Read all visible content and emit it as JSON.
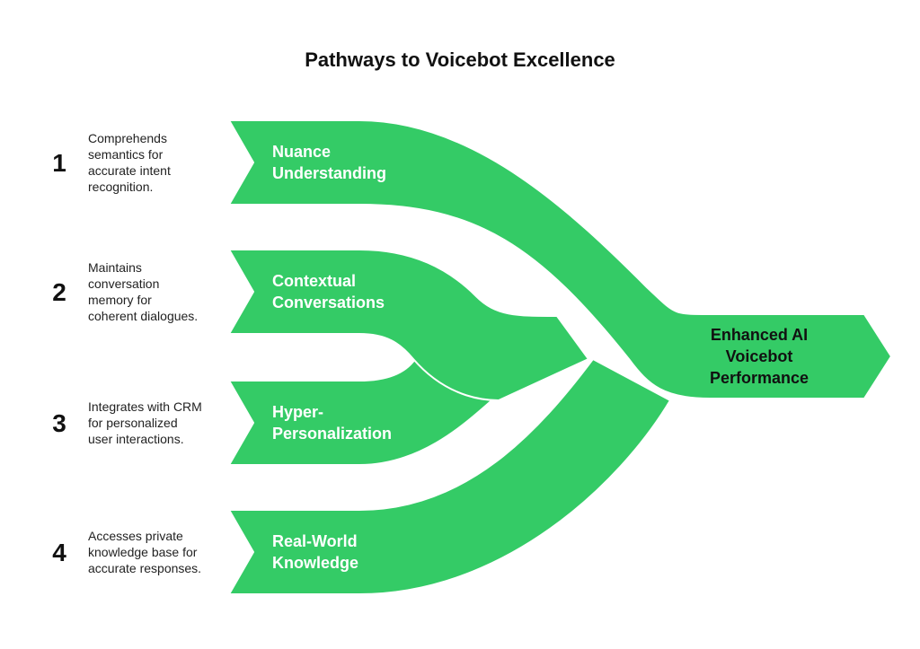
{
  "title": "Pathways to Voicebot Excellence",
  "colors": {
    "band": "#34CB66",
    "background": "#FFFFFF",
    "text": "#111111"
  },
  "pathways": [
    {
      "number": "1",
      "label_lines": [
        "Nuance",
        "Understanding"
      ],
      "description_lines": [
        "Comprehends",
        "semantics for",
        "accurate intent",
        "recognition."
      ]
    },
    {
      "number": "2",
      "label_lines": [
        "Contextual",
        "Conversations"
      ],
      "description_lines": [
        "Maintains",
        "conversation",
        "memory for",
        "coherent dialogues."
      ]
    },
    {
      "number": "3",
      "label_lines": [
        "Hyper-",
        "Personalization"
      ],
      "description_lines": [
        "Integrates with CRM",
        "for personalized",
        "user interactions."
      ]
    },
    {
      "number": "4",
      "label_lines": [
        "Real-World",
        "Knowledge"
      ],
      "description_lines": [
        "Accesses private",
        "knowledge base for",
        "accurate responses."
      ]
    }
  ],
  "output": {
    "label_lines": [
      "Enhanced AI",
      "Voicebot",
      "Performance"
    ]
  }
}
